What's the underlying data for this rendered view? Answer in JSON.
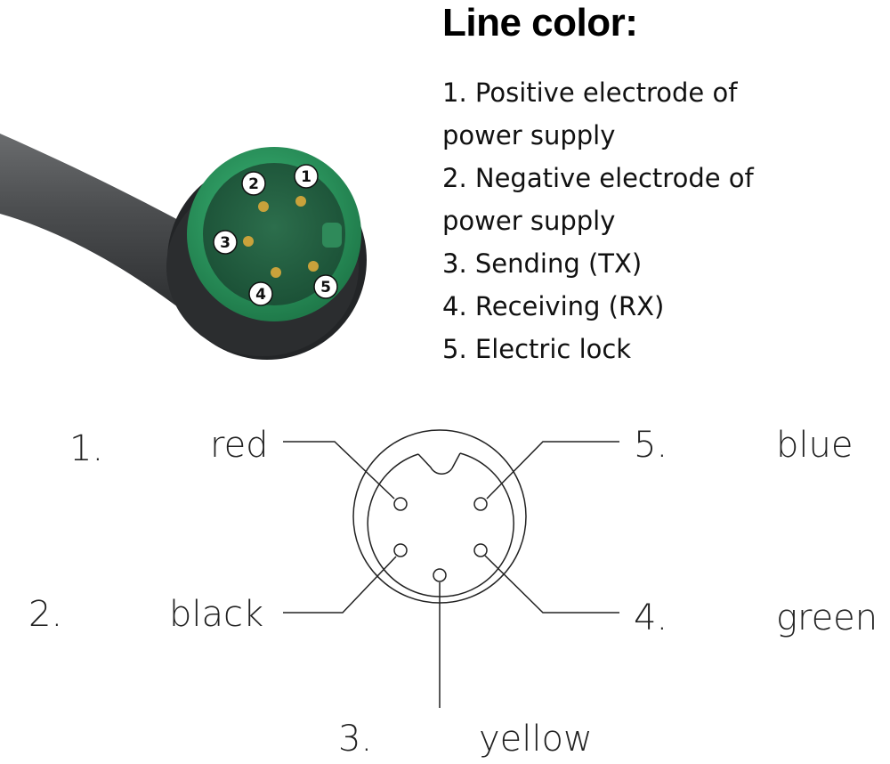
{
  "title": "Line color:",
  "functions": [
    "1. Positive electrode of",
    "power supply",
    "2. Negative electrode of",
    "power supply",
    "3. Sending (TX)",
    "4. Receiving (RX)",
    "5. Electric lock"
  ],
  "photo_pins": [
    "1",
    "2",
    "3",
    "4",
    "5"
  ],
  "pins": [
    {
      "number": "1.",
      "color": "red"
    },
    {
      "number": "2.",
      "color": "black"
    },
    {
      "number": "3.",
      "color": "yellow"
    },
    {
      "number": "4.",
      "color": "green"
    },
    {
      "number": "5.",
      "color": "blue"
    }
  ],
  "colors": {
    "cable": "#4a4c4e",
    "connector_green": "#2f9a63",
    "pin_gold": "#c9a23b"
  }
}
